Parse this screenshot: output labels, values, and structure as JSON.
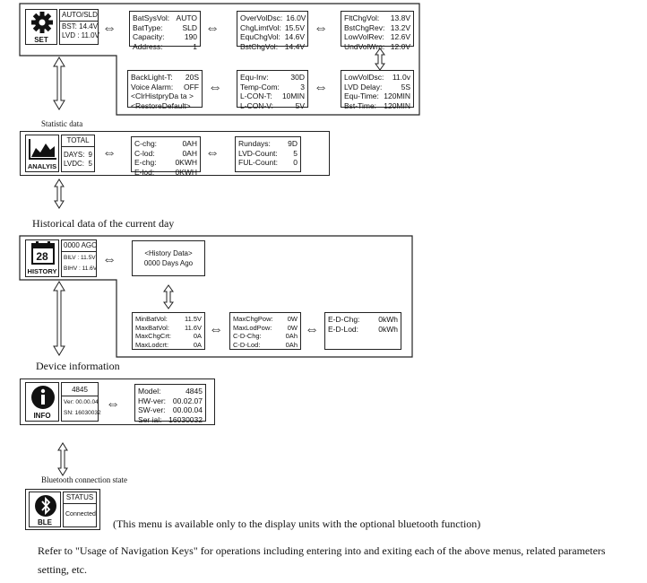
{
  "set": {
    "icon_label": "SET",
    "mode": "AUTO/SLD",
    "bst": "BST: 14.4V",
    "lvd": "LVD : 11.0V",
    "box1": [
      [
        "BatSysVol:",
        "AUTO"
      ],
      [
        "BatType:",
        "SLD"
      ],
      [
        "Capacity:",
        "190"
      ],
      [
        "Address:",
        "1"
      ]
    ],
    "box2": [
      [
        "OverVolDsc:",
        "16.0V"
      ],
      [
        "ChgLimtVol:",
        "15.5V"
      ],
      [
        "EquChgVol:",
        "14.6V"
      ],
      [
        "BstChgVol:",
        "14.4V"
      ]
    ],
    "box3": [
      [
        "FltChgVol:",
        "13.8V"
      ],
      [
        "BstChgRev:",
        "13.2V"
      ],
      [
        "LowVolRev:",
        "12.6V"
      ],
      [
        "UndVolWrn:",
        "12.0V"
      ]
    ],
    "box4": [
      [
        "BackLight-T:",
        "20S"
      ],
      [
        "Voice Alarm:",
        "OFF"
      ],
      [
        "<ClrHistpryDa ta >",
        ""
      ],
      [
        "<RestoreDefault>",
        ""
      ]
    ],
    "box5": [
      [
        "Equ-Inv:",
        "30D"
      ],
      [
        "Temp-Com:",
        "3"
      ],
      [
        "L-CON-T:",
        "10MIN"
      ],
      [
        "L-CON-V:",
        "5V"
      ]
    ],
    "box6": [
      [
        "LowVolDsc:",
        "11.0v"
      ],
      [
        "LVD Delay:",
        "5S"
      ],
      [
        "Equ-Time:",
        "120MIN"
      ],
      [
        "Bst-Time:",
        "120MIN"
      ]
    ]
  },
  "analysis": {
    "heading": "Statistic data",
    "icon_label": "ANALYIS",
    "title": "TOTAL",
    "days": [
      "DAYS:",
      "9"
    ],
    "lvdc": [
      "LVDC:",
      "5"
    ],
    "box1": [
      [
        "C-chg:",
        "0AH"
      ],
      [
        "C-lod:",
        "0AH"
      ],
      [
        "E-chg:",
        "0KWH"
      ],
      [
        "E-lod:",
        "0KWH"
      ]
    ],
    "box2": [
      [
        "Rundays:",
        "9D"
      ],
      [
        "LVD-Count:",
        "5"
      ],
      [
        "FUL-Count:",
        "0"
      ]
    ]
  },
  "history": {
    "heading": "Historical data of the current day",
    "icon_number": "28",
    "icon_label": "HISTORY",
    "ago": "0000 AGO",
    "bilv": "BILV : 11.5V",
    "bihv": "BIHV : 11.6V",
    "data_title": "<History Data>",
    "data_days": "0000  Days Ago",
    "box1": [
      [
        "MinBatVol:",
        "11.5V"
      ],
      [
        "MaxBatVol:",
        "11.6V"
      ],
      [
        "MaxChgCrt:",
        "0A"
      ],
      [
        "MaxLodcrt:",
        "0A"
      ]
    ],
    "box2": [
      [
        "MaxChgPow:",
        "0W"
      ],
      [
        "MaxLodPow:",
        "0W"
      ],
      [
        "C-D-Chg:",
        "0Ah"
      ],
      [
        "C-D-Lod:",
        "0Ah"
      ]
    ],
    "box3": [
      [
        "E-D-Chg:",
        "0kWh"
      ],
      [
        "E-D-Lod:",
        "0kWh"
      ]
    ]
  },
  "info": {
    "heading": "Device information",
    "icon_label": "INFO",
    "model_code": "4845",
    "ver": "Ver: 00.00.04",
    "sn": "SN: 16030032",
    "box1": [
      [
        "Model:",
        "4845"
      ],
      [
        "HW-ver:",
        "00.02.07"
      ],
      [
        "SW-ver:",
        "00.00.04"
      ],
      [
        "Ser ial:",
        "16030032"
      ]
    ]
  },
  "ble": {
    "heading": "Bluetooth connection state",
    "icon_label": "BLE",
    "status_title": "STATUS",
    "status_value": "Connected",
    "note": "(This menu is available only to the display units with the optional bluetooth function)"
  },
  "footer": {
    "text": "Refer to \"Usage of Navigation Keys\" for operations including entering into and exiting each of the above menus, related parameters setting, etc."
  }
}
